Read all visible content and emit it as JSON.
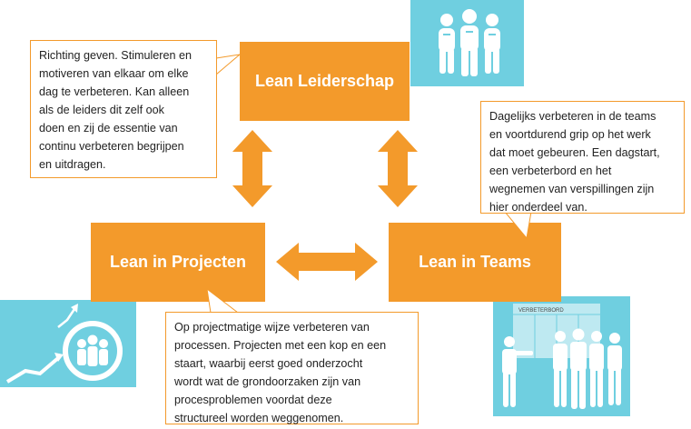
{
  "boxes": {
    "leiderschap": "Lean Leiderschap",
    "projecten": "Lean in Projecten",
    "teams": "Lean in Teams"
  },
  "callouts": {
    "leiderschap": [
      "Richting geven. Stimuleren en",
      "motiveren van elkaar om elke",
      "dag te verbeteren. Kan alleen",
      "als de leiders dit zelf ook",
      "doen en zij de essentie van",
      "continu verbeteren begrijpen",
      "en uitdragen."
    ],
    "teams": [
      "Dagelijks verbeteren in de teams",
      "en voortdurend grip op het werk",
      "dat moet gebeuren. Een dagstart,",
      "een verbeterbord en het",
      "wegnemen van verspillingen zijn",
      "hier onderdeel van."
    ],
    "projecten": [
      "Op projectmatige wijze verbeteren van",
      "processen. Projecten met een kop en een",
      "staart, waarbij eerst goed onderzocht",
      "wordt wat de grondoorzaken zijn van",
      "procesproblemen voordat deze",
      "structureel worden weggenomen."
    ]
  },
  "board_label": "VERBETERBORD",
  "colors": {
    "orange": "#f39a2b",
    "panel": "#6fcfe0"
  },
  "icons": [
    "three-people-icon",
    "growth-team-icon",
    "improvement-board-icon"
  ]
}
